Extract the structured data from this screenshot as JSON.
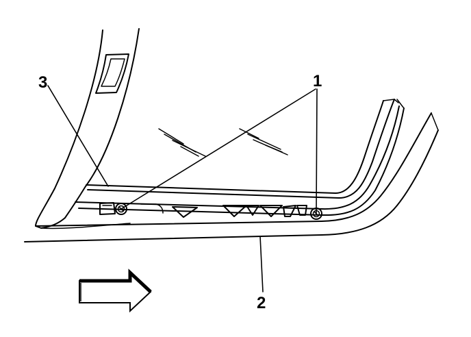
{
  "callouts": {
    "label_1": "1",
    "label_2": "2",
    "label_3": "3"
  },
  "icons": {
    "direction_arrow": "arrow-right-icon",
    "fastener": "screw-icon"
  },
  "colors": {
    "line": "#000000",
    "background": "#ffffff",
    "arrow_fill": "#ffffff"
  }
}
